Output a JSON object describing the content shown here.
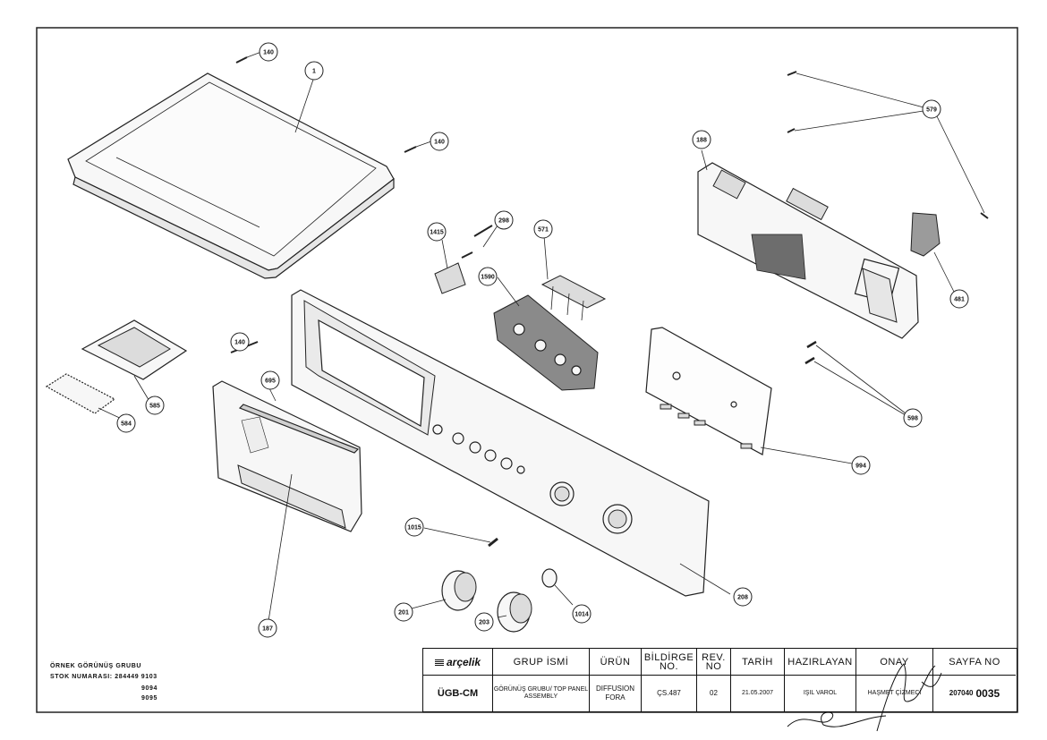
{
  "callouts": [
    "140",
    "1",
    "140",
    "579",
    "188",
    "1415",
    "298",
    "571",
    "1590",
    "481",
    "140",
    "585",
    "584",
    "695",
    "598",
    "994",
    "1015",
    "208",
    "187",
    "201",
    "203",
    "1014"
  ],
  "stock": {
    "group_label": "ÖRNEK GÖRÜNÜŞ GRUBU",
    "stock_line": "STOK NUMARASI: 284449 9103",
    "extra_1": "9094",
    "extra_2": "9095"
  },
  "title_block": {
    "brand": "arçelik",
    "brand_icon": "arcelik-logo-icon",
    "headers": {
      "group_name": "GRUP İSMİ",
      "product": "ÜRÜN",
      "bildirge": "BİLDİRGE NO.",
      "rev": "REV. NO",
      "date": "TARİH",
      "prepared": "HAZIRLAYAN",
      "approved": "ONAY",
      "page": "SAYFA NO"
    },
    "values": {
      "code": "ÜGB-CM",
      "group_name": "GÖRÜNÜŞ GRUBU/ TOP PANEL ASSEMBLY",
      "product": "DIFFUSION FORA",
      "bildirge": "ÇS.487",
      "rev": "02",
      "date": "21.05.2007",
      "prepared": "IŞIL VAROL",
      "approved": "HAŞMET ÇİZMECİ",
      "page_prefix": "207040",
      "page_number": "0035"
    }
  }
}
